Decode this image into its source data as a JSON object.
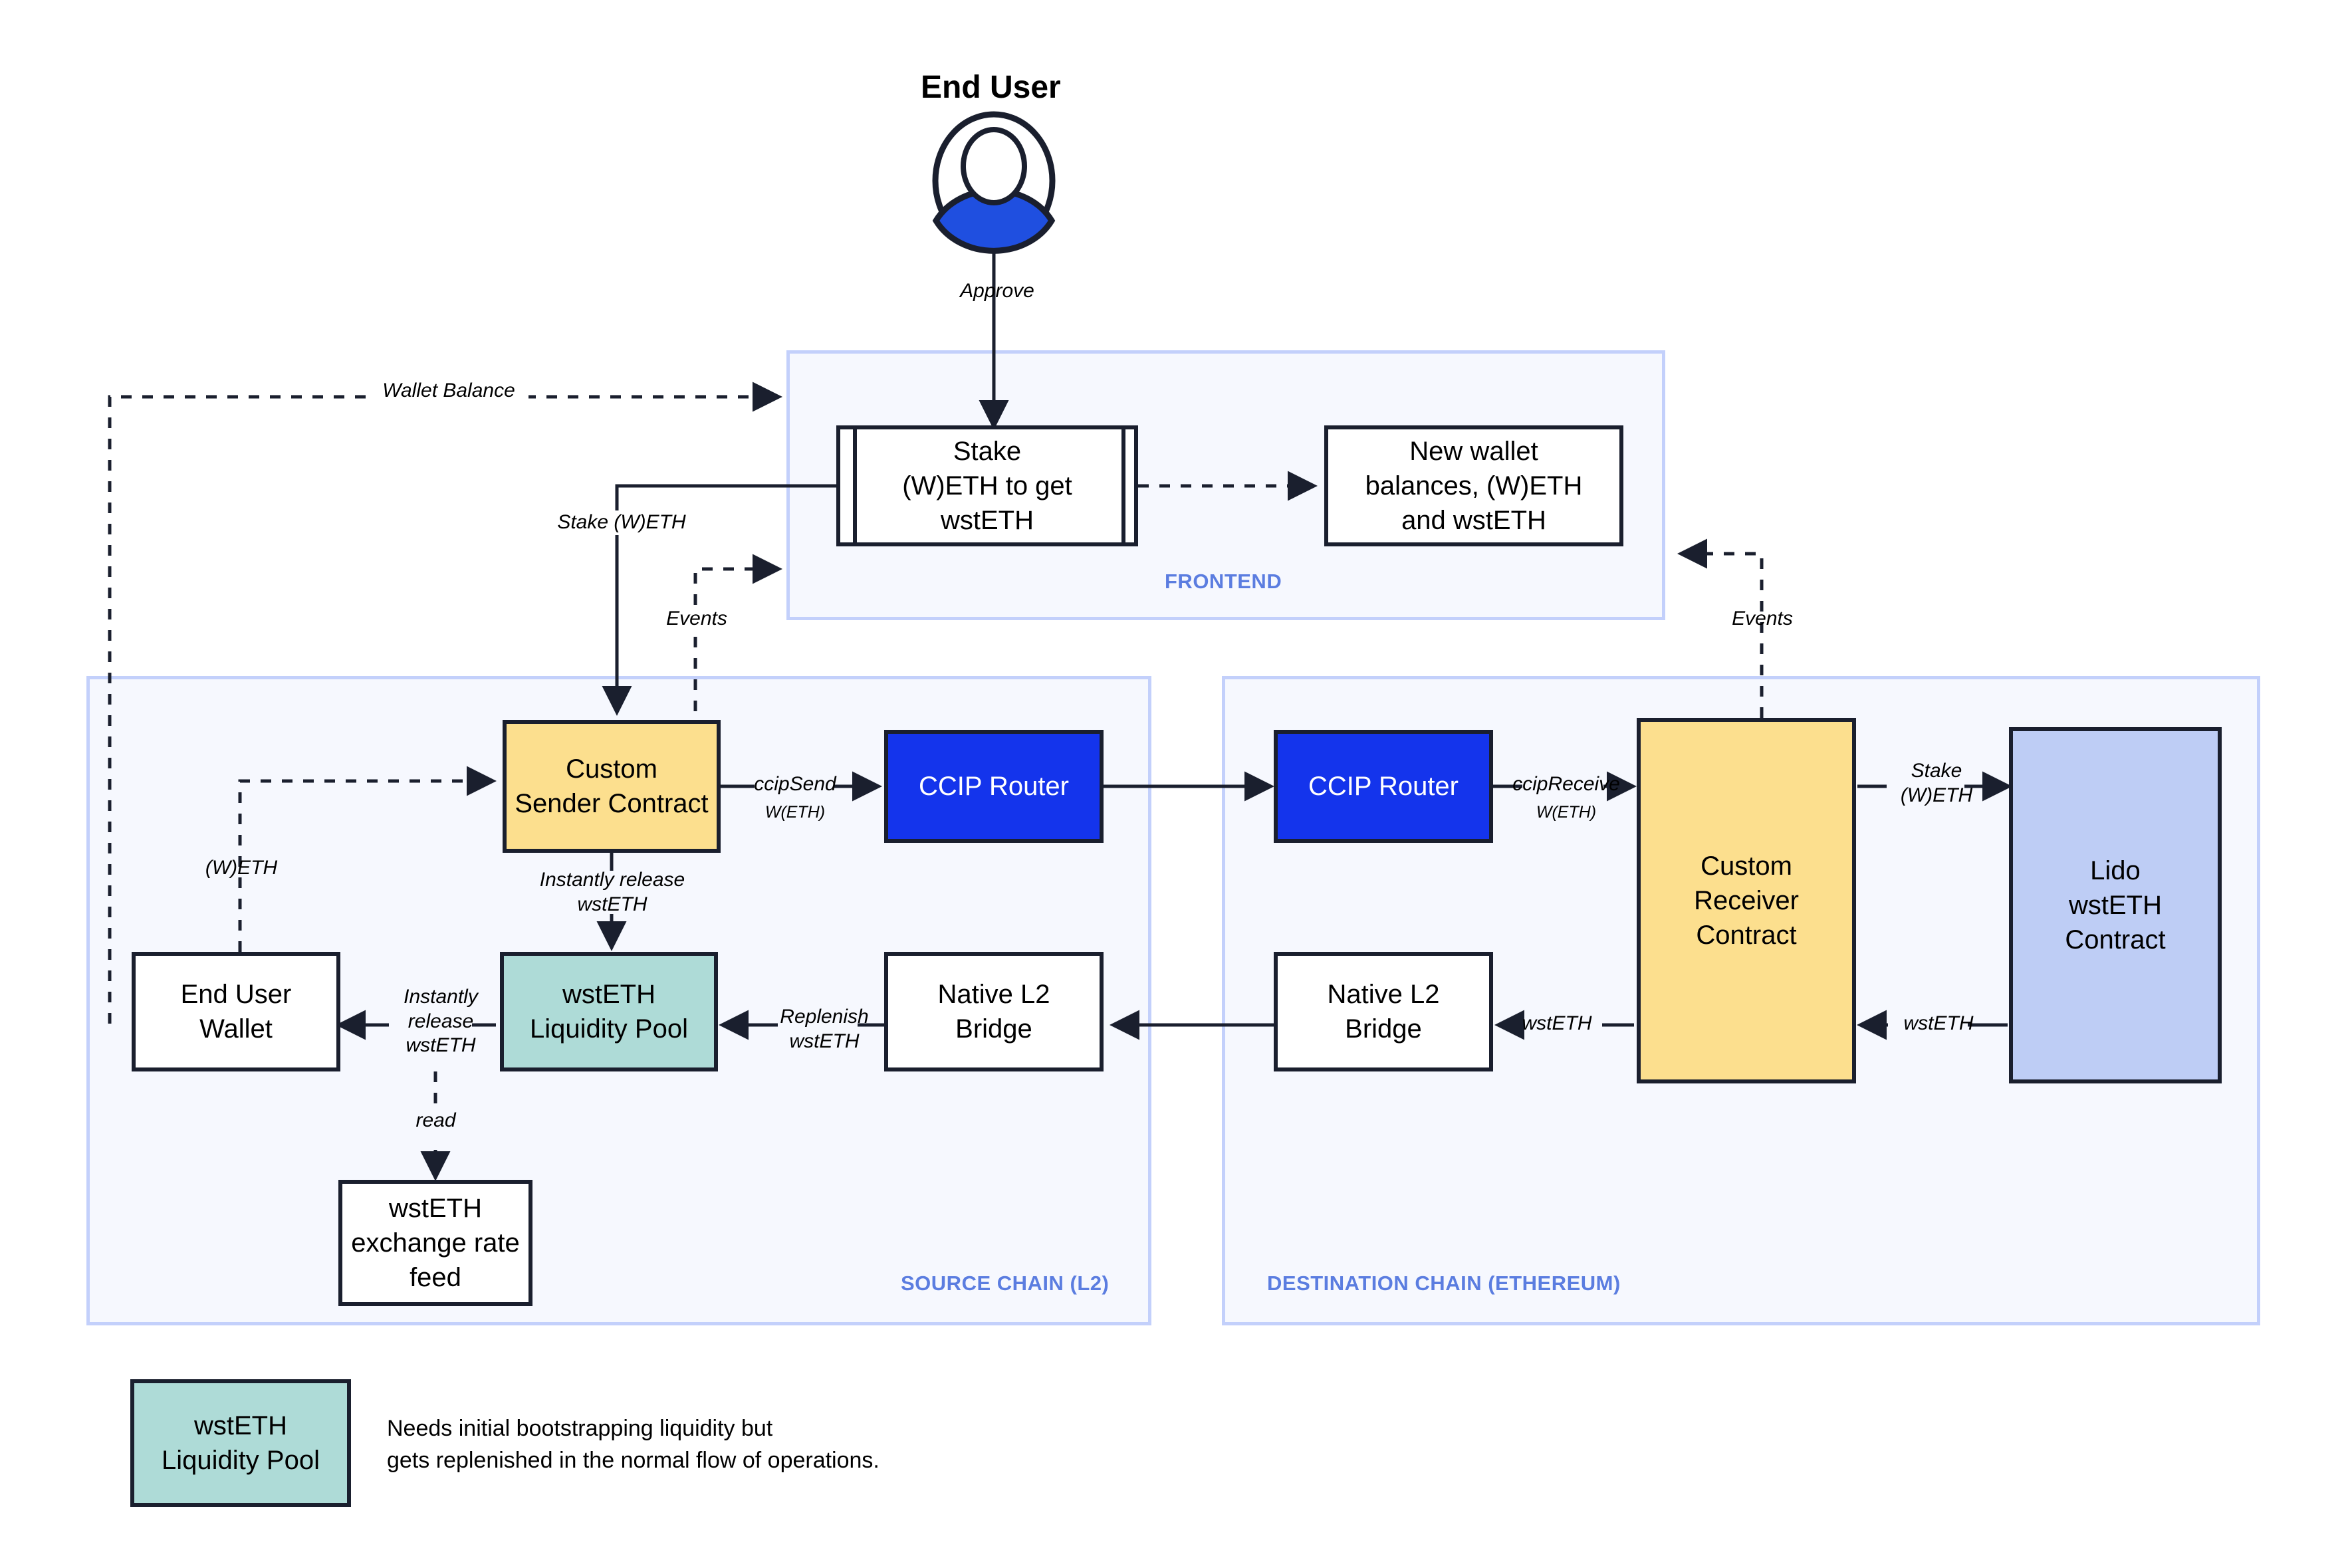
{
  "actor": {
    "title": "End User",
    "icon": "user-avatar-icon",
    "accent_color": "#1f4fe0"
  },
  "regions": [
    {
      "id": "frontend",
      "label": "FRONTEND"
    },
    {
      "id": "source-chain",
      "label": "SOURCE CHAIN (L2)"
    },
    {
      "id": "destination-chain",
      "label": "DESTINATION CHAIN (ETHEREUM)"
    }
  ],
  "nodes": {
    "stake_form": "Stake\n(W)ETH to get\nwstETH",
    "new_balances": "New wallet\nbalances, (W)ETH\nand wstETH",
    "custom_sender": "Custom\nSender Contract",
    "ccip_router_source": "CCIP Router",
    "ccip_router_dest": "CCIP Router",
    "custom_receiver": "Custom\nReceiver\nContract",
    "lido_contract": "Lido\nwstETH\nContract",
    "end_user_wallet": "End User\nWallet",
    "liquidity_pool": "wstETH\nLiquidity Pool",
    "native_bridge_l2": "Native L2\nBridge",
    "native_bridge_eth": "Native L2\nBridge",
    "exchange_rate_feed": "wstETH\nexchange rate\nfeed"
  },
  "edge_labels": {
    "approve": "Approve",
    "wallet_balance": "Wallet Balance",
    "stake_weth": "Stake (W)ETH",
    "events_source": "Events",
    "events_dest": "Events",
    "weth": "(W)ETH",
    "ccip_send": "ccipSend",
    "ccip_send_token": "W(ETH)",
    "ccip_receive": "ccipReceive",
    "ccip_receive_token": "W(ETH)",
    "instantly_release_wsteth": "Instantly release\nwstETH",
    "instantly_release_wsteth_wallet": "Instantly\nrelease\nwstETH",
    "replenish_wsteth": "Replenish\nwstETH",
    "read": "read",
    "wsteth_bridge": "wstETH",
    "wsteth_lido": "wstETH",
    "stake_weth_lido": "Stake\n(W)ETH"
  },
  "legend": {
    "swatch_label": "wstETH\nLiquidity Pool",
    "note": "Needs initial bootstrapping liquidity but\ngets replenished in the normal flow of operations."
  },
  "colors": {
    "contract_yellow": "#fcdf8e",
    "router_blue": "#1434ec",
    "pool_teal": "#aedbd7",
    "lido_periwinkle": "#becdf5",
    "region_fill": "#f6f8fe",
    "region_border": "#c3d0fb",
    "region_label": "#5b7de0",
    "node_border": "#1a1f2e",
    "plain_white": "#ffffff"
  }
}
